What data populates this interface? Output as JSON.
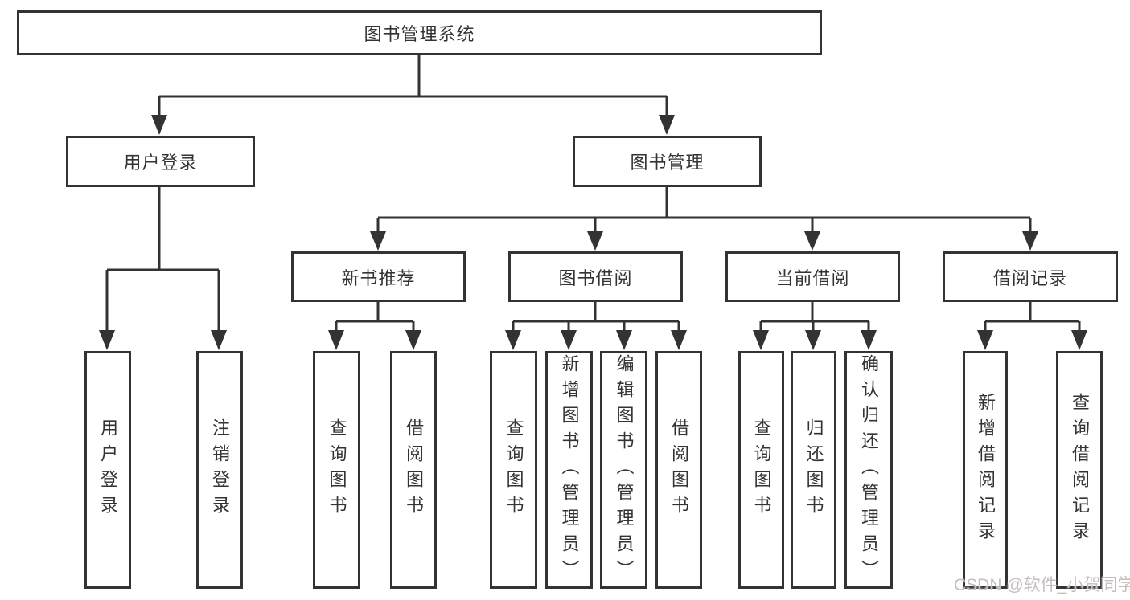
{
  "diagram_type": "hierarchy",
  "colors": {
    "line": "#333333",
    "text": "#333333",
    "box_background": "#ffffff",
    "page_background": "#ffffff",
    "watermark": "#c6bebe"
  },
  "tree": {
    "label": "图书管理系统",
    "children": [
      {
        "label": "用户登录",
        "children": [
          {
            "label": "用户登录"
          },
          {
            "label": "注销登录"
          }
        ]
      },
      {
        "label": "图书管理",
        "children": [
          {
            "label": "新书推荐",
            "children": [
              {
                "label": "查询图书"
              },
              {
                "label": "借阅图书"
              }
            ]
          },
          {
            "label": "图书借阅",
            "children": [
              {
                "label": "查询图书"
              },
              {
                "label": "新增图书（管理员）"
              },
              {
                "label": "编辑图书（管理员）"
              },
              {
                "label": "借阅图书"
              }
            ]
          },
          {
            "label": "当前借阅",
            "children": [
              {
                "label": "查询图书"
              },
              {
                "label": "归还图书"
              },
              {
                "label": "确认归还（管理员）"
              }
            ]
          },
          {
            "label": "借阅记录",
            "children": [
              {
                "label": "新增借阅记录"
              },
              {
                "label": "查询借阅记录"
              }
            ]
          }
        ]
      }
    ]
  },
  "watermark": {
    "text": "CSDN @软件_小贺同学"
  }
}
